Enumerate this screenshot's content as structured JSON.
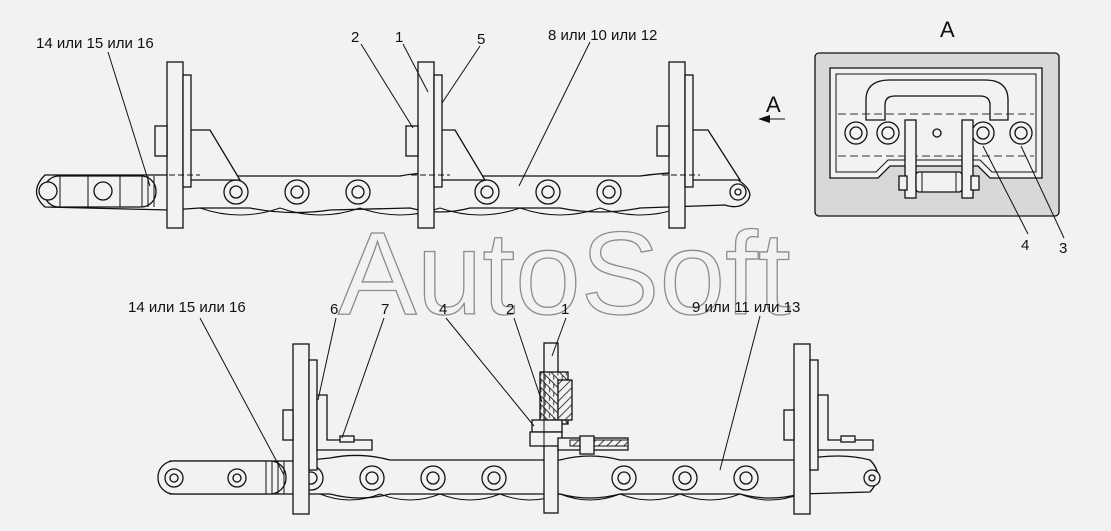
{
  "watermark": "AutoSoft",
  "view_title": "A",
  "view_arrow_label": "A",
  "top_assembly": {
    "labels": {
      "variant_left": "14 или 15 или 16",
      "part_2": "2",
      "part_1": "1",
      "part_5": "5",
      "variant_chain": "8 или 10 или 12"
    }
  },
  "bottom_assembly": {
    "labels": {
      "variant_left": "14 или 15 или 16",
      "part_6": "6",
      "part_7": "7",
      "part_4": "4",
      "part_2": "2",
      "part_1": "1",
      "variant_chain": "9 или 11 или 13"
    }
  },
  "detail_view": {
    "labels": {
      "part_4": "4",
      "part_3": "3"
    }
  }
}
